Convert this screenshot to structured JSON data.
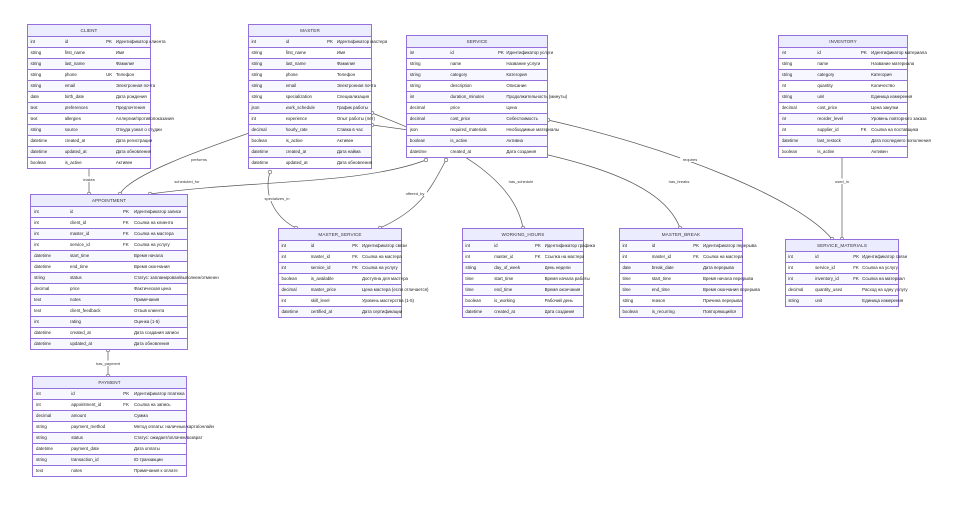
{
  "colors": {
    "entity_fill": "#ececff",
    "entity_border": "#9370db",
    "line": "#555555"
  },
  "entities": [
    {
      "id": "client",
      "name": "CLIENT",
      "cols": [
        30,
        8,
        32
      ],
      "rows": [
        [
          "int",
          "id",
          "PK",
          "Идентификатор клиента"
        ],
        [
          "string",
          "first_name",
          "",
          "Имя"
        ],
        [
          "string",
          "last_name",
          "",
          "Фамилия"
        ],
        [
          "string",
          "phone",
          "UK",
          "Телефон"
        ],
        [
          "string",
          "email",
          "",
          "Электронная почта"
        ],
        [
          "date",
          "birth_date",
          "",
          "Дата рождения"
        ],
        [
          "text",
          "preferences",
          "",
          "Предпочтения"
        ],
        [
          "text",
          "allergies",
          "",
          "Аллергии/противопоказания"
        ],
        [
          "string",
          "source",
          "",
          "Откуда узнал о студии"
        ],
        [
          "datetime",
          "created_at",
          "",
          "Дата регистрации"
        ],
        [
          "datetime",
          "updated_at",
          "",
          "Дата обновления"
        ],
        [
          "boolean",
          "is_active",
          "",
          "Активен"
        ]
      ]
    },
    {
      "id": "master",
      "name": "MASTER",
      "cols": [
        30,
        8,
        32
      ],
      "rows": [
        [
          "int",
          "id",
          "PK",
          "Идентификатор мастера"
        ],
        [
          "string",
          "first_name",
          "",
          "Имя"
        ],
        [
          "string",
          "last_name",
          "",
          "Фамилия"
        ],
        [
          "string",
          "phone",
          "",
          "Телефон"
        ],
        [
          "string",
          "email",
          "",
          "Электронная почта"
        ],
        [
          "string",
          "specialization",
          "",
          "Специализация"
        ],
        [
          "json",
          "work_schedule",
          "",
          "График работы"
        ],
        [
          "int",
          "experience",
          "",
          "Опыт работы (лет)"
        ],
        [
          "decimal",
          "hourly_rate",
          "",
          "Ставка в час"
        ],
        [
          "boolean",
          "is_active",
          "",
          "Активен"
        ],
        [
          "datetime",
          "created_at",
          "",
          "Дата найма"
        ],
        [
          "datetime",
          "updated_at",
          "",
          "Дата обновления"
        ]
      ]
    },
    {
      "id": "service",
      "name": "SERVICE",
      "cols": [
        31,
        6,
        33
      ],
      "rows": [
        [
          "int",
          "id",
          "PK",
          "Идентификатор услуги"
        ],
        [
          "string",
          "name",
          "",
          "Название услуги"
        ],
        [
          "string",
          "category",
          "",
          "Категория"
        ],
        [
          "string",
          "description",
          "",
          "Описание"
        ],
        [
          "int",
          "duration_minutes",
          "",
          "Продолжительность (минуты)"
        ],
        [
          "decimal",
          "price",
          "",
          "Цена"
        ],
        [
          "decimal",
          "cost_price",
          "",
          "Себестоимость"
        ],
        [
          "json",
          "required_materials",
          "",
          "Необходимые материалы"
        ],
        [
          "boolean",
          "is_active",
          "",
          "Активна"
        ],
        [
          "datetime",
          "created_at",
          "",
          "Дата создания"
        ]
      ]
    },
    {
      "id": "inventory",
      "name": "INVENTORY",
      "cols": [
        30,
        8,
        32
      ],
      "rows": [
        [
          "int",
          "id",
          "PK",
          "Идентификатор материала"
        ],
        [
          "string",
          "name",
          "",
          "Название материала"
        ],
        [
          "string",
          "category",
          "",
          "Категория"
        ],
        [
          "int",
          "quantity",
          "",
          "Количество"
        ],
        [
          "string",
          "unit",
          "",
          "Единица измерения"
        ],
        [
          "decimal",
          "cost_price",
          "",
          "Цена закупки"
        ],
        [
          "int",
          "reorder_level",
          "",
          "Уровень повторного заказа"
        ],
        [
          "int",
          "supplier_id",
          "FK",
          "Ссылка на поставщика"
        ],
        [
          "datetime",
          "last_restock",
          "",
          "Дата последнего пополнения"
        ],
        [
          "boolean",
          "is_active",
          "",
          "Активен"
        ]
      ]
    },
    {
      "id": "appointment",
      "name": "APPOINTMENT",
      "cols": [
        25,
        7,
        33
      ],
      "rows": [
        [
          "int",
          "id",
          "PK",
          "Идентификатор записи"
        ],
        [
          "int",
          "client_id",
          "FK",
          "Ссылка на клиента"
        ],
        [
          "int",
          "master_id",
          "FK",
          "Ссылка на мастера"
        ],
        [
          "int",
          "service_id",
          "FK",
          "Ссылка на услугу"
        ],
        [
          "datetime",
          "start_time",
          "",
          "Время начала"
        ],
        [
          "datetime",
          "end_time",
          "",
          "Время окончания"
        ],
        [
          "string",
          "status",
          "",
          "Статус: запланирован/выполнен/отменен"
        ],
        [
          "decimal",
          "price",
          "",
          "Фактическая цена"
        ],
        [
          "text",
          "notes",
          "",
          "Примечания"
        ],
        [
          "text",
          "client_feedback",
          "",
          "Отзыв клиента"
        ],
        [
          "int",
          "rating",
          "",
          "Оценка (1-5)"
        ],
        [
          "datetime",
          "created_at",
          "",
          "Дата создания записи"
        ],
        [
          "datetime",
          "updated_at",
          "",
          "Дата обновления"
        ]
      ]
    },
    {
      "id": "master_service",
      "name": "MASTER_SERVICE",
      "cols": [
        26,
        8,
        30
      ],
      "rows": [
        [
          "int",
          "id",
          "PK",
          "Идентификатор связи"
        ],
        [
          "int",
          "master_id",
          "FK",
          "Ссылка на мастера"
        ],
        [
          "int",
          "service_id",
          "FK",
          "Ссылка на услугу"
        ],
        [
          "boolean",
          "is_available",
          "",
          "Доступна для мастера"
        ],
        [
          "decimal",
          "master_price",
          "",
          "Цена мастера (если отличается)"
        ],
        [
          "int",
          "skill_level",
          "",
          "Уровень мастерства (1-5)"
        ],
        [
          "datetime",
          "certified_at",
          "",
          "Дата сертификации"
        ]
      ]
    },
    {
      "id": "working_hours",
      "name": "WORKING_HOURS",
      "cols": [
        26,
        8,
        30
      ],
      "rows": [
        [
          "int",
          "id",
          "PK",
          "Идентификатор графика"
        ],
        [
          "int",
          "master_id",
          "FK",
          "Ссылка на мастера"
        ],
        [
          "string",
          "day_of_week",
          "",
          "День недели"
        ],
        [
          "time",
          "start_time",
          "",
          "Время начала работы"
        ],
        [
          "time",
          "end_time",
          "",
          "Время окончания"
        ],
        [
          "boolean",
          "is_working",
          "",
          "Рабочий день"
        ],
        [
          "datetime",
          "created_at",
          "",
          "Дата создания"
        ]
      ]
    },
    {
      "id": "master_break",
      "name": "MASTER_BREAK",
      "cols": [
        26,
        8,
        30
      ],
      "rows": [
        [
          "int",
          "id",
          "PK",
          "Идентификатор перерыва"
        ],
        [
          "int",
          "master_id",
          "FK",
          "Ссылка на мастера"
        ],
        [
          "date",
          "break_date",
          "",
          "Дата перерыва"
        ],
        [
          "time",
          "start_time",
          "",
          "Время начала перерыва"
        ],
        [
          "time",
          "end_time",
          "",
          "Время окончания перерыва"
        ],
        [
          "string",
          "reason",
          "",
          "Причина перерыва"
        ],
        [
          "boolean",
          "is_recurring",
          "",
          "Повторяющийся"
        ]
      ]
    },
    {
      "id": "service_materials",
      "name": "SERVICE_MATERIALS",
      "cols": [
        26,
        8,
        30
      ],
      "rows": [
        [
          "int",
          "id",
          "PK",
          "Идентификатор связи"
        ],
        [
          "int",
          "service_id",
          "FK",
          "Ссылка на услугу"
        ],
        [
          "int",
          "inventory_id",
          "FK",
          "Ссылка на материал"
        ],
        [
          "decimal",
          "quantity_used",
          "",
          "Расход на одну услугу"
        ],
        [
          "string",
          "unit",
          "",
          "Единица измерения"
        ]
      ]
    },
    {
      "id": "payment",
      "name": "PAYMENT",
      "cols": [
        25,
        7,
        33
      ],
      "rows": [
        [
          "int",
          "id",
          "PK",
          "Идентификатор платежа"
        ],
        [
          "int",
          "appointment_id",
          "FK",
          "Ссылка на запись"
        ],
        [
          "decimal",
          "amount",
          "",
          "Сумма"
        ],
        [
          "string",
          "payment_method",
          "",
          "Метод оплаты: наличные/карта/онлайн"
        ],
        [
          "string",
          "status",
          "",
          "Статус: ожидает/оплачен/возврат"
        ],
        [
          "datetime",
          "payment_date",
          "",
          "Дата оплаты"
        ],
        [
          "string",
          "transaction_id",
          "",
          "ID транзакции"
        ],
        [
          "text",
          "notes",
          "",
          "Примечания к оплате"
        ]
      ]
    }
  ],
  "relationships": [
    {
      "id": "makes",
      "label": "makes"
    },
    {
      "id": "performs",
      "label": "performs"
    },
    {
      "id": "scheduled_for",
      "label": "scheduled_for"
    },
    {
      "id": "specializes_in",
      "label": "specializes_in"
    },
    {
      "id": "offered_by",
      "label": "offered_by"
    },
    {
      "id": "has_schedule",
      "label": "has_schedule"
    },
    {
      "id": "has_breaks",
      "label": "has_breaks"
    },
    {
      "id": "requires",
      "label": "requires"
    },
    {
      "id": "used_in",
      "label": "used_in"
    },
    {
      "id": "has_payment",
      "label": "has_payment"
    }
  ]
}
